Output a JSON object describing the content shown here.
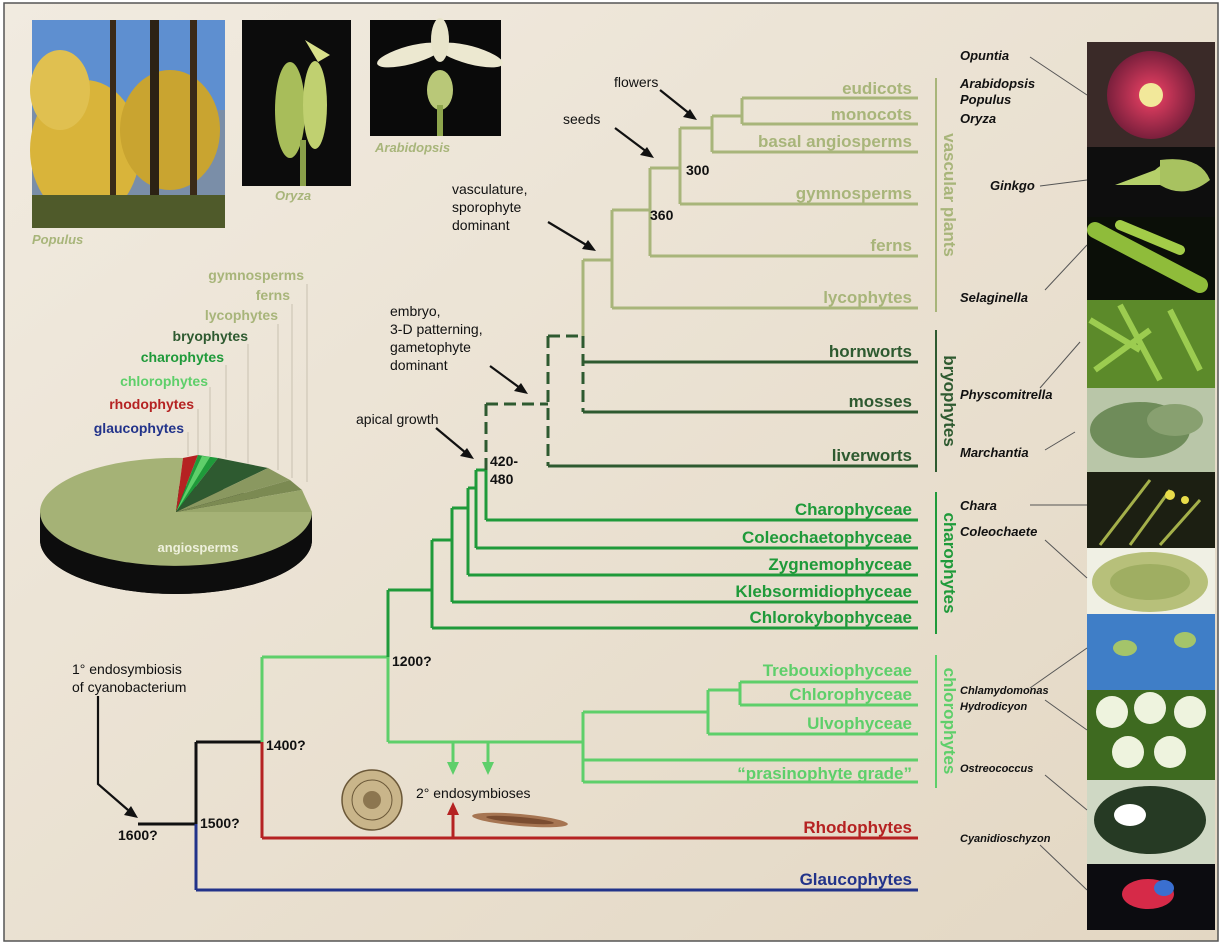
{
  "photo_captions": {
    "populus": "Populus",
    "oryza": "Oryza",
    "arabidopsis": "Arabidopsis"
  },
  "pie": {
    "center_label": "angiosperms",
    "legend": [
      {
        "label": "gymnosperms",
        "color": "#a8b57a"
      },
      {
        "label": "ferns",
        "color": "#a8b57a"
      },
      {
        "label": "lycophytes",
        "color": "#a8b57a"
      },
      {
        "label": "bryophytes",
        "color": "#2e5a30"
      },
      {
        "label": "charophytes",
        "color": "#1f9a3a"
      },
      {
        "label": "chlorophytes",
        "color": "#5ecf6a"
      },
      {
        "label": "rhodophytes",
        "color": "#b52222"
      },
      {
        "label": "glaucophytes",
        "color": "#22338a"
      }
    ]
  },
  "taxa": {
    "eudicots": "eudicots",
    "monocots": "monocots",
    "basal_angiosperms": "basal angiosperms",
    "gymnosperms": "gymnosperms",
    "ferns": "ferns",
    "lycophytes": "lycophytes",
    "hornworts": "hornworts",
    "mosses": "mosses",
    "liverworts": "liverworts",
    "charophyceae": "Charophyceae",
    "coleochaetophyceae": "Coleochaetophyceae",
    "zygnemophyceae": "Zygnemophyceae",
    "klebsormidiophyceae": "Klebsormidiophyceae",
    "chlorokybophyceae": "Chlorokybophyceae",
    "trebouxiophyceae": "Trebouxiophyceae",
    "chlorophyceae": "Chlorophyceae",
    "ulvophyceae": "Ulvophyceae",
    "prasinophyte": "“prasinophyte grade”",
    "rhodophytes": "Rhodophytes",
    "glaucophytes": "Glaucophytes"
  },
  "groups": {
    "vascular": "vascular plants",
    "bryophytes": "bryophytes",
    "charophytes": "charophytes",
    "chlorophytes": "chlorophytes"
  },
  "events": {
    "flowers": "flowers",
    "seeds": "seeds",
    "vasculature_1": "vasculature,",
    "vasculature_2": "sporophyte",
    "vasculature_3": "dominant",
    "embryo_1": "embryo,",
    "embryo_2": "3-D patterning,",
    "embryo_3": "gametophyte",
    "embryo_4": "dominant",
    "apical": "apical growth",
    "endo1_1": "1° endosymbiosis",
    "endo1_2": "of cyanobacterium",
    "endo2": "2° endosymbioses"
  },
  "dates": {
    "d300": "300",
    "d360": "360",
    "d420a": "420-",
    "d420b": "480",
    "d1200": "1200?",
    "d1400": "1400?",
    "d1500": "1500?",
    "d1600": "1600?"
  },
  "species": {
    "opuntia": "Opuntia",
    "arabidopsis": "Arabidopsis",
    "populus": "Populus",
    "oryza": "Oryza",
    "ginkgo": "Ginkgo",
    "selaginella": "Selaginella",
    "physcomitrella": "Physcomitrella",
    "marchantia": "Marchantia",
    "chara": "Chara",
    "coleochaete": "Coleochaete",
    "chlamydomonas": "Chlamydomonas",
    "hydrodicyon": "Hydrodicyon",
    "ostreococcus": "Ostreococcus",
    "cyanidioschyzon": "Cyanidioschyzon"
  },
  "colors": {
    "background": "#ebe2d4",
    "vascular": "#a8b57a",
    "bryophyte": "#2e5a30",
    "charophyte": "#1f9a3a",
    "chlorophyte": "#5ecf6a",
    "rhodophyte": "#b52222",
    "glaucophyte": "#22338a",
    "root": "#111111"
  }
}
